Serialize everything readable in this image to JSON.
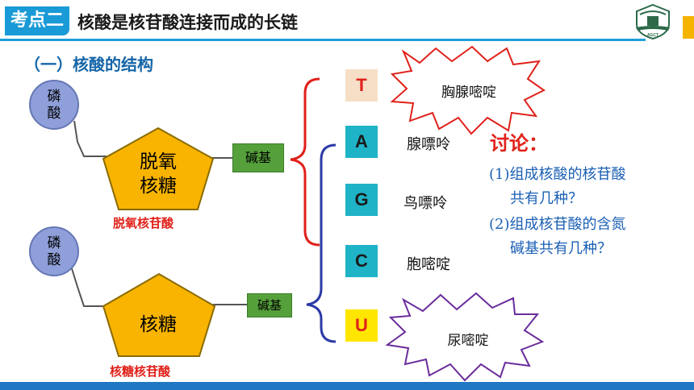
{
  "header": {
    "tag": "考点二",
    "title": "核酸是核苷酸连接而成的长链",
    "logo_text": "AGCT"
  },
  "section": {
    "title": "（一）核酸的结构"
  },
  "top_nucleotide": {
    "phosphate": "磷\n酸",
    "sugar": "脱氧\n核糖",
    "base": "碱基",
    "caption": "脱氧核苷酸"
  },
  "bottom_nucleotide": {
    "phosphate": "磷\n酸",
    "sugar": "核糖",
    "base": "碱基",
    "caption": "核糖核苷酸"
  },
  "bases": [
    {
      "letter": "T",
      "name": ""
    },
    {
      "letter": "A",
      "name": "腺嘌呤"
    },
    {
      "letter": "G",
      "name": "鸟嘌呤"
    },
    {
      "letter": "C",
      "name": "胞嘧啶"
    },
    {
      "letter": "U",
      "name": ""
    }
  ],
  "bursts": {
    "top": "胸腺嘧啶",
    "bottom": "尿嘧啶"
  },
  "discussion": {
    "title": "讨论：",
    "q1_line1": "(1)组成核酸的核苷酸",
    "q1_line2": "共有几种？",
    "q2_line1": "(2)组成核苷酸的含氮",
    "q2_line2": "碱基共有几种？"
  },
  "colors": {
    "header_blue": "#1a9ad6",
    "section_blue": "#1565a8",
    "phosphate_fill": "#8e9fd9",
    "sugar_fill": "#f8b400",
    "base_fill": "#55a03a",
    "red": "#e0211a",
    "brace_blue": "#2b3aa6",
    "T_fill": "#f6dfc6",
    "AGC_fill": "#1fb3c7",
    "U_fill": "#ffe600"
  }
}
